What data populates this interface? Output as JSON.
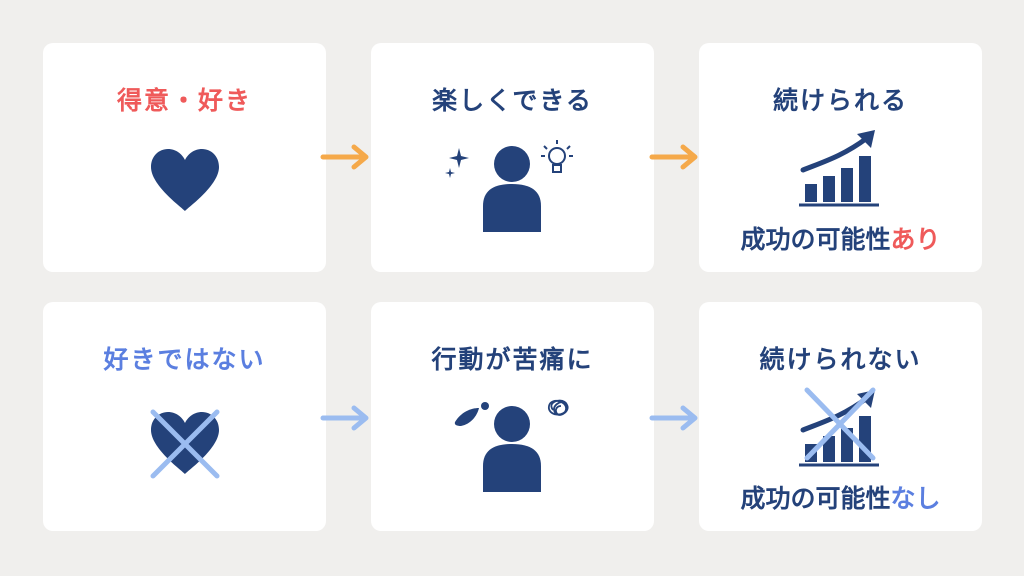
{
  "top_row": {
    "card1_title": "得意・好き",
    "card2_title": "楽しくできる",
    "card3_title": "続けられる",
    "card3_result_main": "成功の可能性",
    "card3_result_accent": "あり"
  },
  "bottom_row": {
    "card1_title": "好きではない",
    "card2_title": "行動が苦痛に",
    "card3_title": "続けられない",
    "card3_result_main": "成功の可能性",
    "card3_result_accent": "なし"
  },
  "colors": {
    "background": "#f0efed",
    "navy": "#24427a",
    "red_accent": "#ef5a5a",
    "blue_accent": "#5b7fe0",
    "orange_arrow": "#f5a94a",
    "light_blue_arrow": "#9bbcf0"
  },
  "icons": [
    "heart-icon",
    "person-sparkle-idea-icon",
    "growth-chart-icon",
    "crossed-heart-icon",
    "person-sweat-stress-icon",
    "crossed-growth-chart-icon",
    "arrow-right-icon"
  ]
}
